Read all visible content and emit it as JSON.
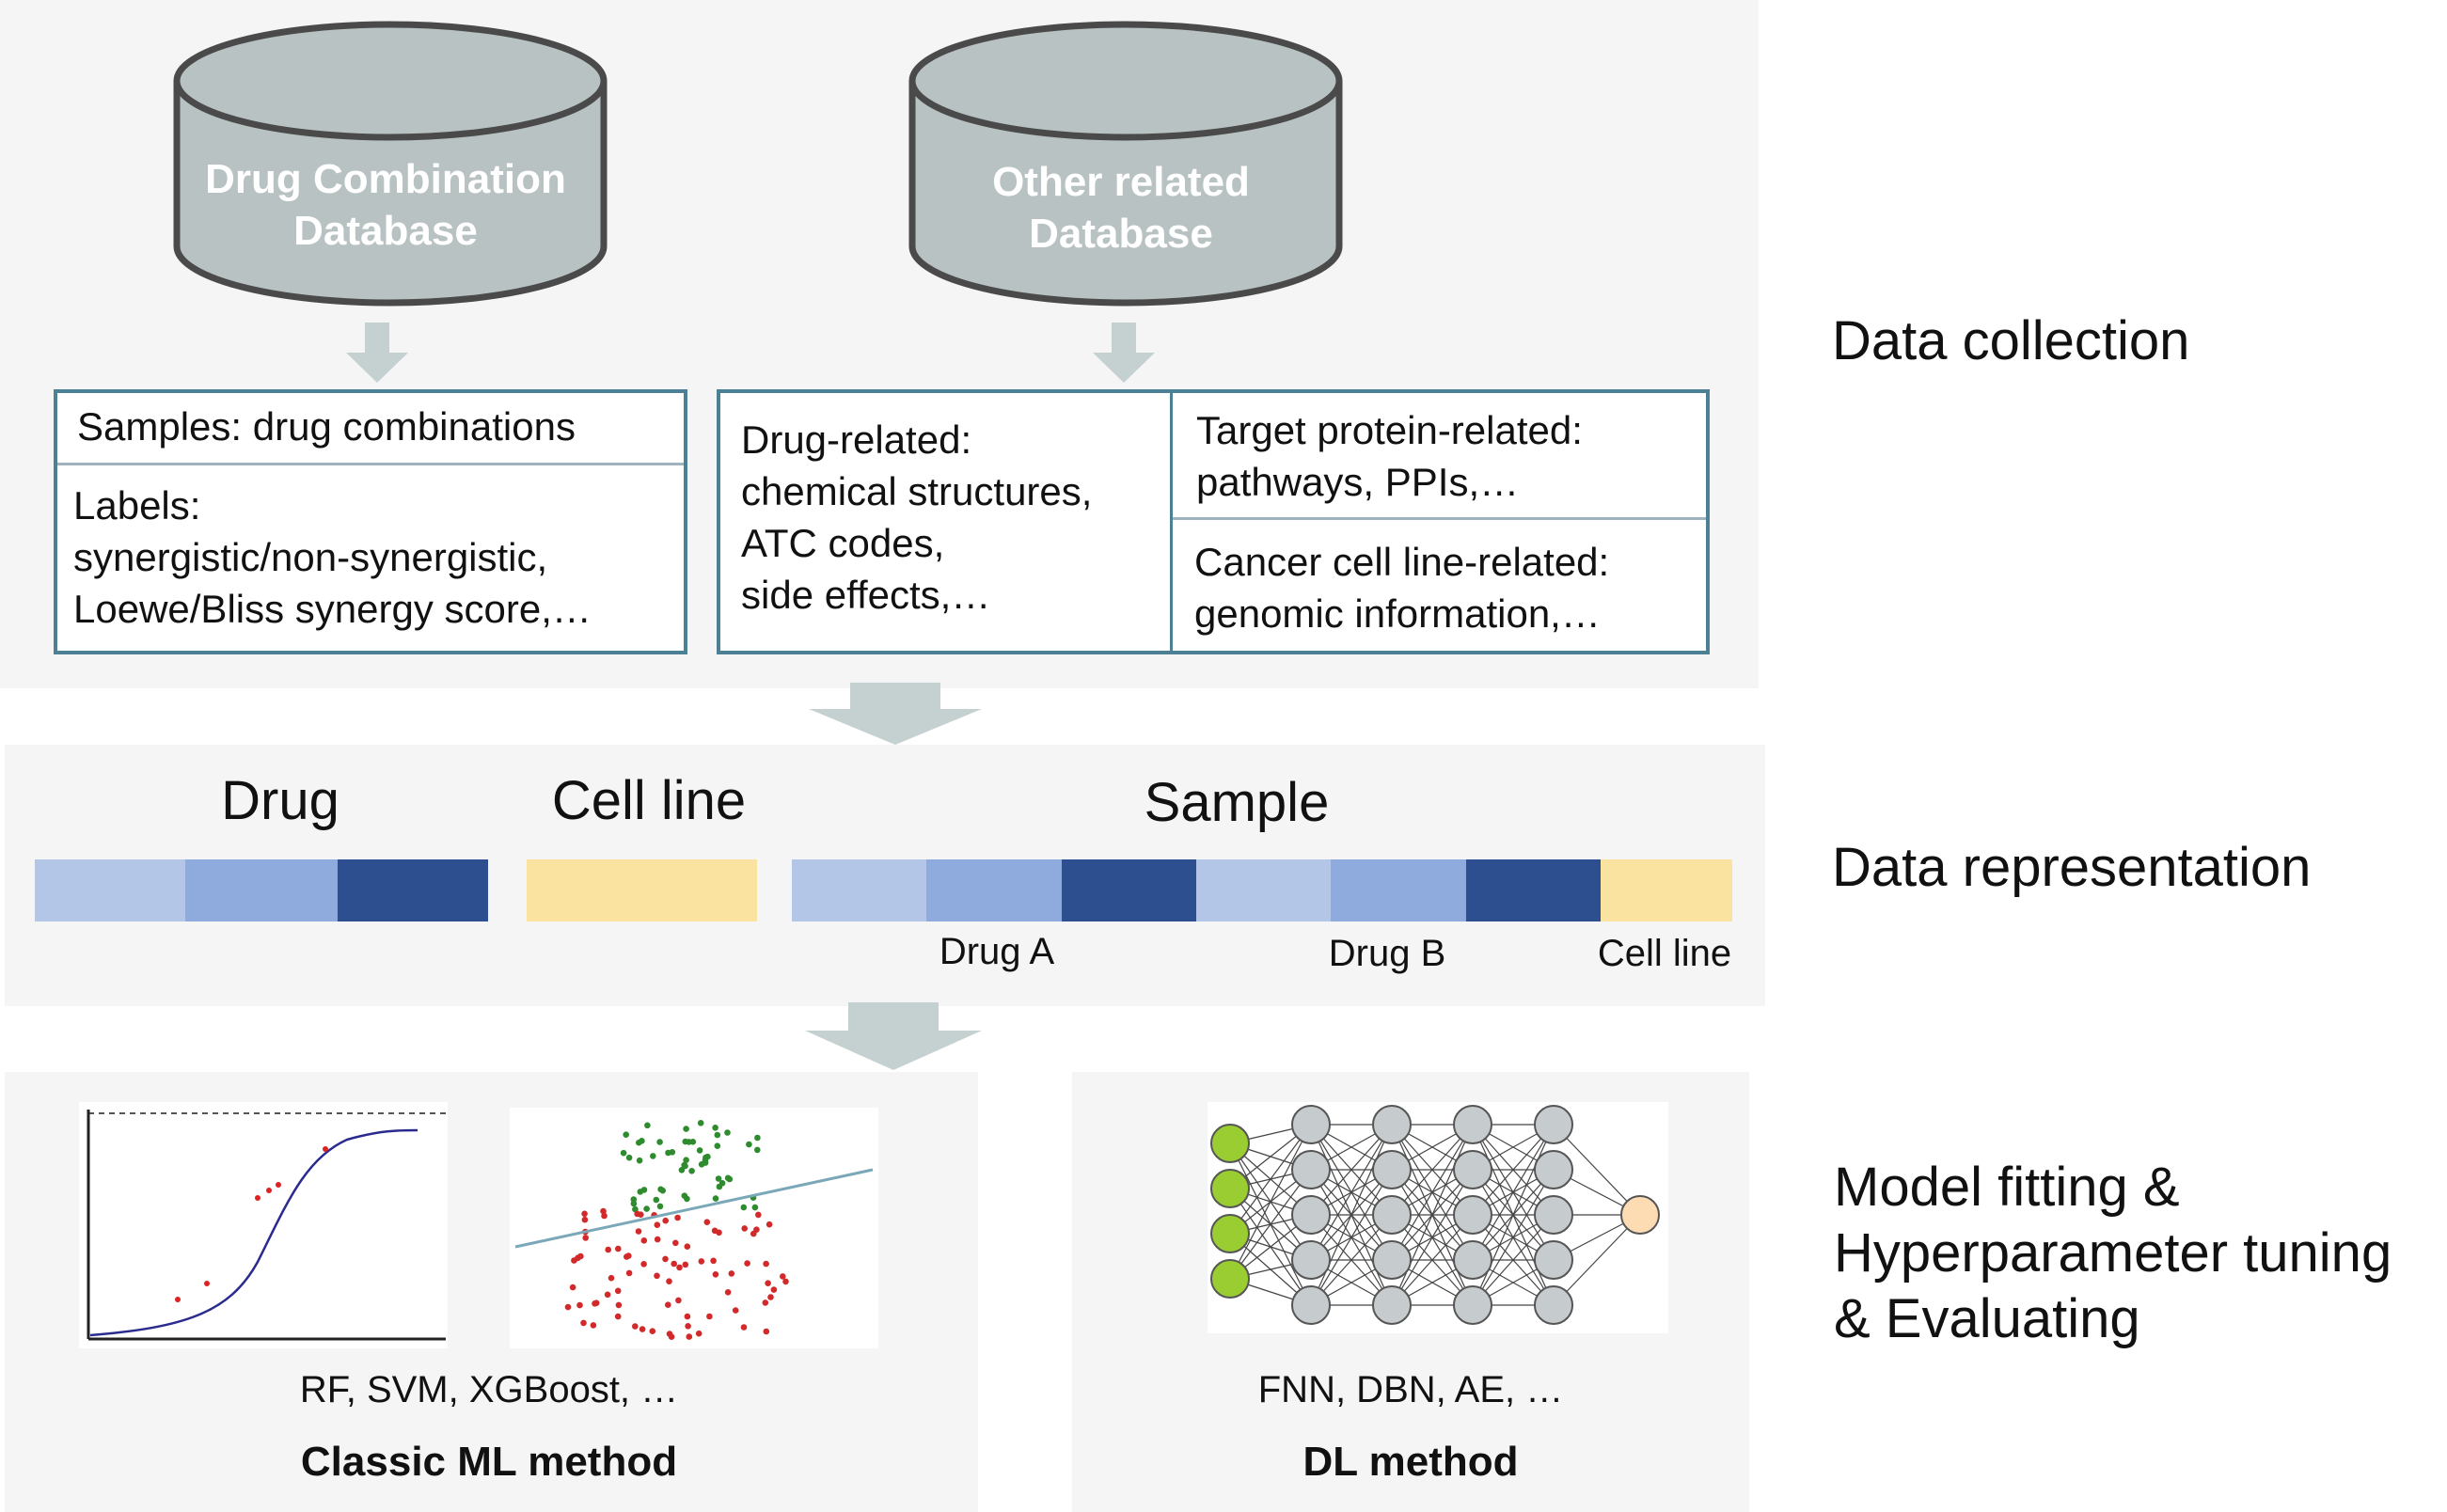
{
  "collection": {
    "db1": [
      "Drug Combination",
      "Database"
    ],
    "db2": [
      "Other related",
      "Database"
    ],
    "box1_top": "Samples: drug combinations",
    "box1_bottom": [
      "Labels:",
      "synergistic/non-synergistic,",
      "Loewe/Bliss synergy score,…"
    ],
    "box2_left": [
      "Drug-related:",
      "chemical structures,",
      "ATC codes,",
      "side effects,…"
    ],
    "box2_right_top": [
      "Target protein-related:",
      "pathways, PPIs,…"
    ],
    "box2_right_bottom": [
      "Cancer cell line-related:",
      "genomic information,…"
    ]
  },
  "representation": {
    "drug_label": "Drug",
    "cell_line_label": "Cell line",
    "sample_label": "Sample",
    "drug_a_label": "Drug A",
    "drug_b_label": "Drug B",
    "sample_cell_line_label": "Cell line",
    "colors": {
      "light": "#b4c6e7",
      "mid": "#8faadc",
      "dark": "#2e4f8f",
      "yellow": "#fae3a0"
    }
  },
  "models": {
    "classic_methods": "RF, SVM, XGBoost, …",
    "classic_title": "Classic ML method",
    "dl_methods": "FNN, DBN, AE, …",
    "dl_title": "DL method"
  },
  "stages": {
    "collection": "Data collection",
    "representation": "Data representation",
    "model": [
      "Model fitting &",
      "Hyperparameter tuning",
      "& Evaluating"
    ]
  },
  "colors": {
    "panel": "#f5f5f5",
    "database": "#b9c2c2",
    "database_outline": "#4a4a4a",
    "box_border": "#4d7f95",
    "arrow": "#c5d0d0",
    "input_node": "#9acd32",
    "hidden_node": "#c6cbcd",
    "output_node": "#fddcb3"
  }
}
